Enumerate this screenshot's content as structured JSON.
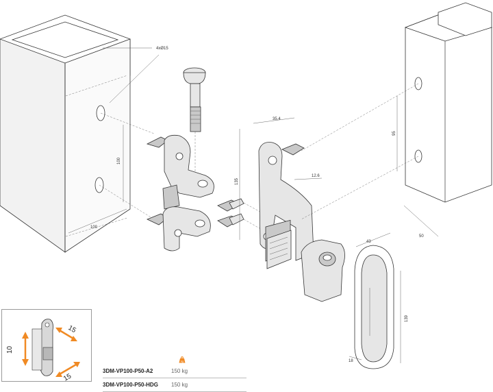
{
  "labels": {
    "holes": "4xØ15",
    "d100_h": "100",
    "d100_v": "100",
    "d135": "135",
    "d35_4": "35.4",
    "d12_6": "12.6",
    "d95": "95",
    "d50": "50",
    "d43": "43",
    "d139": "139",
    "d18": "18"
  },
  "inset": {
    "adj_vertical": "10",
    "adj_top": "15",
    "adj_bottom": "15"
  },
  "table": {
    "rows": [
      {
        "code": "3DM-VP100-P50-A2",
        "weight": "150 kg"
      },
      {
        "code": "3DM-VP100-P50-HDG",
        "weight": "150 kg"
      }
    ],
    "weight_badge": "kg"
  },
  "colors": {
    "accent": "#f08a24",
    "line": "#333333"
  }
}
